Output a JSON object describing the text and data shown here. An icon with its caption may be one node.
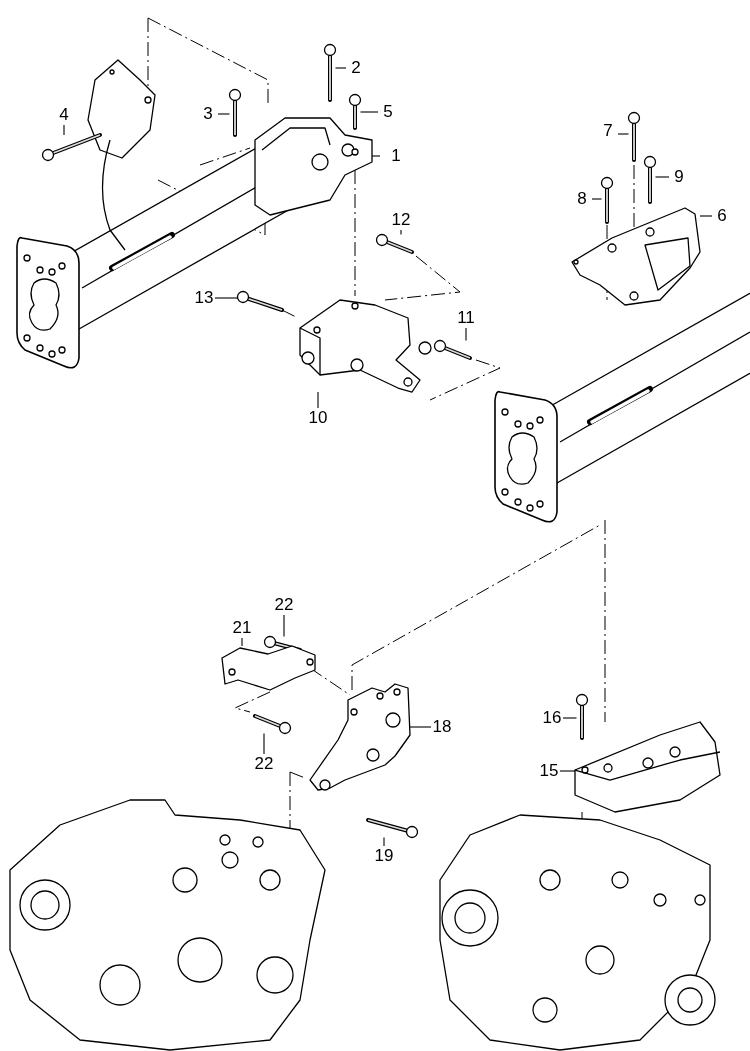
{
  "diagram": {
    "nodes": [
      {
        "text": [
          "1"
        ]
      },
      {
        "text": [
          "2"
        ]
      },
      {
        "text": [
          "3"
        ]
      },
      {
        "text": [
          "4"
        ]
      },
      {
        "text": [
          "5"
        ]
      },
      {
        "text": [
          "7"
        ]
      },
      {
        "text": [
          "8"
        ]
      },
      {
        "text": [
          "9"
        ]
      },
      {
        "text": [
          "6"
        ]
      },
      {
        "text": [
          "12"
        ]
      },
      {
        "text": [
          "13"
        ]
      },
      {
        "text": [
          "11"
        ]
      },
      {
        "text": [
          "10"
        ]
      },
      {
        "text": [
          "22"
        ]
      },
      {
        "text": [
          "21"
        ]
      },
      {
        "text": [
          "18"
        ]
      },
      {
        "text": [
          "16"
        ]
      },
      {
        "text": [
          "15"
        ]
      },
      {
        "text": [
          "22"
        ]
      },
      {
        "text": [
          "19"
        ]
      },
      {
        "text": [],
        "shape": "picture"
      },
      {
        "text": [],
        "shape": "picture"
      },
      {
        "text": [],
        "shape": "picture"
      },
      {
        "text": [],
        "shape": "picture"
      },
      {
        "text": [],
        "shape": "picture"
      },
      {
        "text": [],
        "shape": "picture"
      },
      {
        "text": [],
        "shape": "picture"
      },
      {
        "text": [],
        "shape": "picture"
      },
      {
        "text": [],
        "shape": "picture"
      },
      {
        "text": [],
        "shape": "picture"
      },
      {
        "text": [],
        "shape": "picture"
      },
      {
        "text": [],
        "shape": "picture"
      },
      {
        "text": [],
        "shape": "picture"
      },
      {
        "text": [],
        "shape": "picture"
      },
      {
        "text": [],
        "shape": "picture"
      },
      {
        "text": [],
        "shape": "picture"
      },
      {
        "text": [],
        "shape": "picture"
      },
      {
        "text": [],
        "shape": "picture"
      },
      {
        "text": [],
        "shape": "picture"
      },
      {
        "text": [],
        "shape": "picture"
      }
    ],
    "edges": [
      {
        "from": 0,
        "to": 20,
        "arrow": "none"
      },
      {
        "from": 1,
        "to": 21,
        "arrow": "none"
      },
      {
        "from": 2,
        "to": 22,
        "arrow": "none"
      },
      {
        "from": 3,
        "to": 23,
        "arrow": "none"
      },
      {
        "from": 4,
        "to": 24,
        "arrow": "none"
      },
      {
        "from": 5,
        "to": 25,
        "arrow": "none"
      },
      {
        "from": 6,
        "to": 26,
        "arrow": "none"
      },
      {
        "from": 7,
        "to": 27,
        "arrow": "none"
      },
      {
        "from": 8,
        "to": 28,
        "arrow": "none"
      },
      {
        "from": 9,
        "to": 29,
        "arrow": "none"
      },
      {
        "from": 10,
        "to": 30,
        "arrow": "none"
      },
      {
        "from": 11,
        "to": 31,
        "arrow": "none"
      },
      {
        "from": 12,
        "to": 32,
        "arrow": "none"
      },
      {
        "from": 13,
        "to": 33,
        "arrow": "none"
      },
      {
        "from": 14,
        "to": 34,
        "arrow": "none"
      },
      {
        "from": 15,
        "to": 35,
        "arrow": "none"
      },
      {
        "from": 16,
        "to": 36,
        "arrow": "none"
      },
      {
        "from": 17,
        "to": 37,
        "arrow": "none"
      },
      {
        "from": 18,
        "to": 38,
        "arrow": "none"
      },
      {
        "from": 19,
        "to": 39,
        "arrow": "none"
      }
    ]
  }
}
